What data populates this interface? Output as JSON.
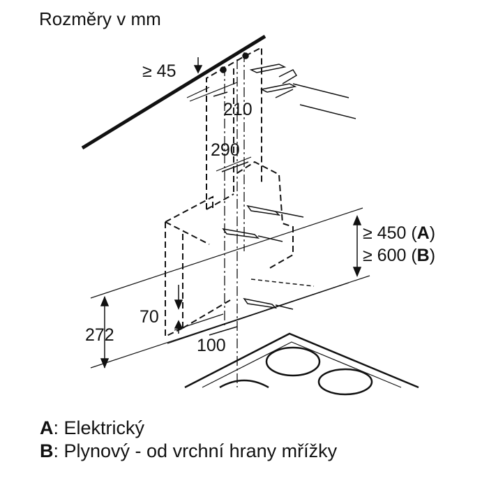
{
  "title": "Rozměry v mm",
  "dimensions": {
    "ceiling_gap": "≥ 45",
    "bracket_width": "210",
    "chimney_width": "290",
    "hob_distance_a": {
      "prefix": "≥ 450 (",
      "letter": "A",
      "suffix": ")"
    },
    "hob_distance_b": {
      "prefix": "≥ 600 (",
      "letter": "B",
      "suffix": ")"
    },
    "offset_70": "70",
    "height_272": "272",
    "offset_100": "100"
  },
  "legend": [
    {
      "letter": "A",
      "text": ": Elektrický"
    },
    {
      "letter": "B",
      "text": ": Plynový - od vrchní hrany mřížky"
    }
  ]
}
